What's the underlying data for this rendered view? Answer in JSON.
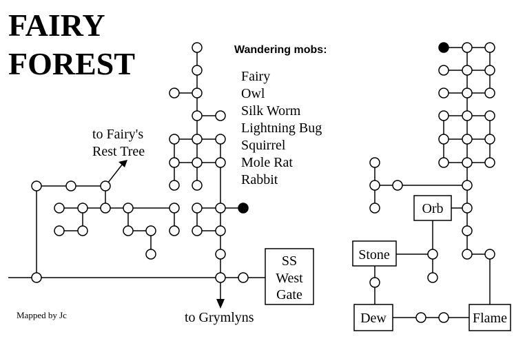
{
  "title": {
    "line1": "FAIRY",
    "line2": "FOREST"
  },
  "mobs": {
    "heading": "Wandering mobs:",
    "items": [
      "Fairy",
      "Owl",
      "Silk Worm",
      "Lightning Bug",
      "Squirrel",
      "Mole Rat",
      "Rabbit"
    ]
  },
  "exits": {
    "fairys_rest": [
      "to Fairy's",
      "Rest Tree"
    ],
    "grymlyns": "to Grymlyns"
  },
  "rooms": {
    "ss_west_gate": [
      "SS",
      "West",
      "Gate"
    ],
    "orb": "Orb",
    "stone": "Stone",
    "dew": "Dew",
    "flame": "Flame"
  },
  "credit": "Mapped by Jc"
}
